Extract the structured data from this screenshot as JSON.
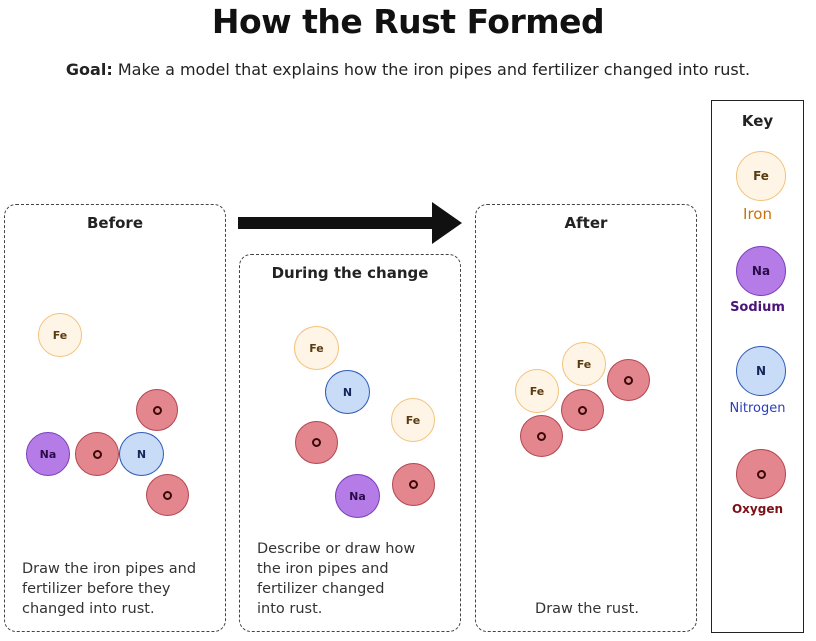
{
  "title": "How the Rust Formed",
  "goal": {
    "label": "Goal:",
    "text": "Make a model that explains how the iron pipes and fertilizer changed into rust."
  },
  "panels": {
    "before": {
      "title": "Before",
      "description": "Draw the iron pipes and\nfertilizer before they\nchanged into rust."
    },
    "during": {
      "title": "During the change",
      "description": "Describe or draw how\nthe iron pipes and\nfertilizer changed\ninto rust."
    },
    "after": {
      "title": "After",
      "description": "Draw the rust."
    }
  },
  "atoms": {
    "fe": "Fe",
    "na": "Na",
    "n": "N"
  },
  "key": {
    "title": "Key",
    "items": [
      {
        "symbol": "Fe",
        "label": "Iron",
        "label_color": "#c9720b"
      },
      {
        "symbol": "Na",
        "label": "Sodium",
        "label_color": "#4a1478"
      },
      {
        "symbol": "N",
        "label": "Nitrogen",
        "label_color": "#2a3fb8"
      },
      {
        "symbol": "",
        "label": "Oxygen",
        "label_color": "#7a1018"
      }
    ]
  },
  "colors": {
    "iron_fill": "#fff5e6",
    "sodium_fill": "#b57be6",
    "nitrogen_fill": "#c9dcf7",
    "oxygen_fill": "#e3868d",
    "arrow": "#111111"
  }
}
